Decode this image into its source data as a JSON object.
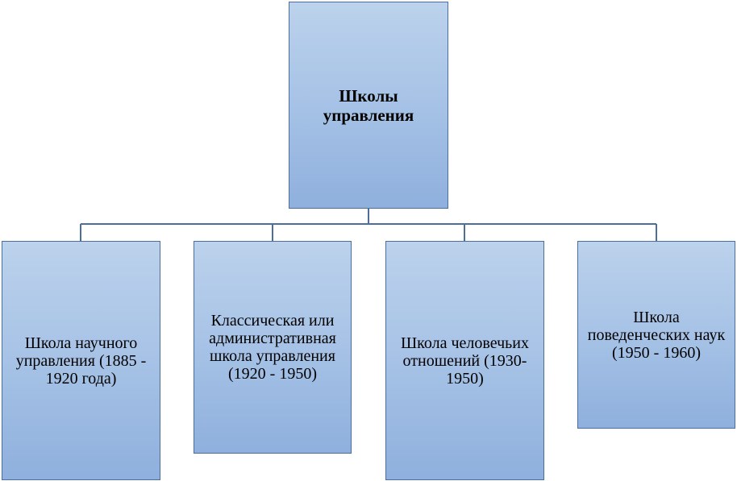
{
  "diagram": {
    "root": {
      "label": "Школы управления"
    },
    "children": [
      {
        "label": "Школа научного управления (1885 - 1920 года)"
      },
      {
        "label": "Классическая или административная школа управления (1920 - 1950)"
      },
      {
        "label": "Школа человечьих отношений (1930-1950)"
      },
      {
        "label": "Школа поведенческих наук (1950 - 1960)"
      }
    ],
    "colors": {
      "box_fill_top": "#bcd2ec",
      "box_fill_bottom": "#8fb0dd",
      "box_border": "#4a6f9c",
      "connector": "#4a6f9c"
    }
  }
}
